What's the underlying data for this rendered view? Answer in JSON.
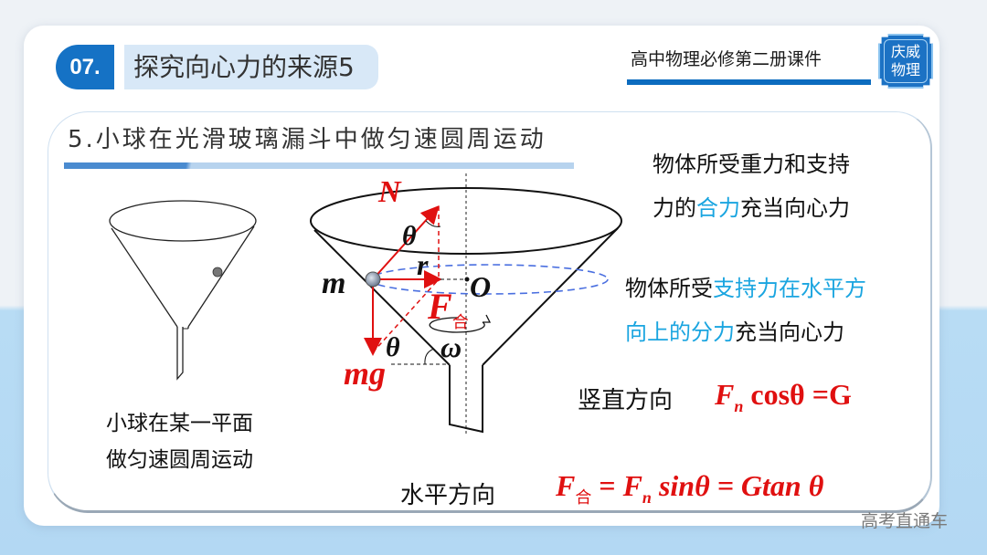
{
  "header": {
    "section_number": "07.",
    "section_title": "探究向心力的来源5",
    "course_label": "高中物理必修第二册课件",
    "logo_line1": "庆威",
    "logo_line2": "物理"
  },
  "subtitle": "5.小球在光滑玻璃漏斗中做匀速圆周运动",
  "left_caption": {
    "line1": "小球在某一平面",
    "line2": "做匀速圆周运动"
  },
  "diagram_labels": {
    "normal_force": "N",
    "angle_top": "θ",
    "radius": "r",
    "mass": "m",
    "center": "O",
    "net_force": "F",
    "net_force_sub": "合",
    "angle_bottom": "θ",
    "angular_velocity": "ω",
    "gravity": "mg"
  },
  "explanation1": {
    "line1": "物体所受重力和支持",
    "line2_a": "力的",
    "line2_hl": "合力",
    "line2_b": "充当向心力"
  },
  "explanation2": {
    "line1_a": "物体所受",
    "line1_hl": "支持力在水平方",
    "line2_hl": "向上的分力",
    "line2_b": "充当向心力"
  },
  "vertical": {
    "label": "竖直方向",
    "F": "F",
    "n": "n",
    "rest": " cosθ =G"
  },
  "horizontal": {
    "label": "水平方向",
    "F": "F",
    "sub": "合",
    "eq1": " = ",
    "F2": "F",
    "n": "n",
    "rest": " sinθ = Gtan θ"
  },
  "watermark": "高考直通车",
  "colors": {
    "accent_blue": "#1572c5",
    "highlight_cyan": "#1aa5e0",
    "formula_red": "#e01010",
    "title_bg": "#d8e8f7"
  }
}
